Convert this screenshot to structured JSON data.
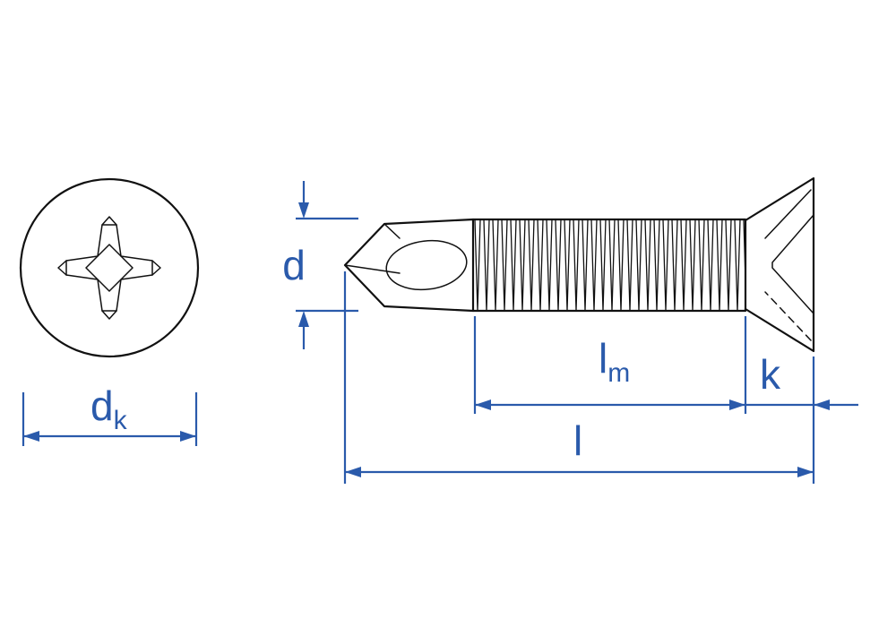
{
  "colors": {
    "dimension_blue": "#2a5aab",
    "line_black": "#111111",
    "background": "#ffffff"
  },
  "dimensions": {
    "d": {
      "label": "d"
    },
    "dk": {
      "label": "d",
      "subscript": "k"
    },
    "lm": {
      "label": "l",
      "subscript": "m"
    },
    "l": {
      "label": "l"
    },
    "k": {
      "label": "k"
    }
  }
}
